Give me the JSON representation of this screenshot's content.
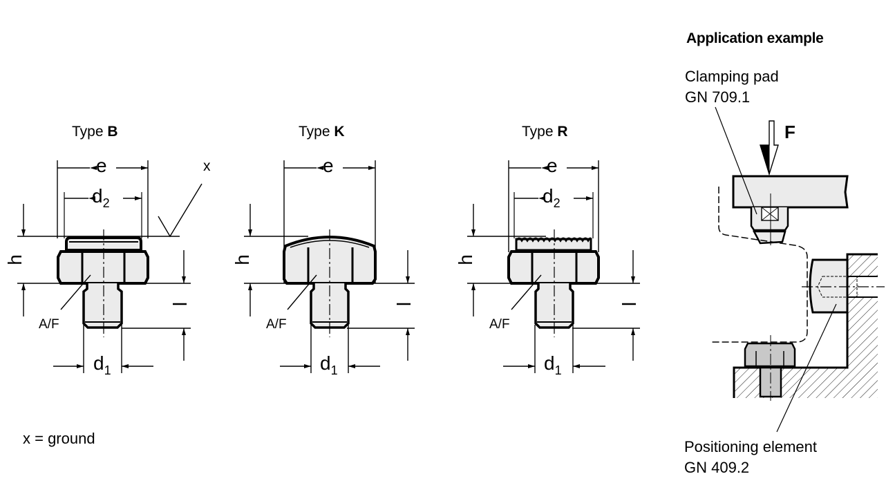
{
  "types": [
    {
      "prefix": "Type ",
      "letter": "B",
      "dim_e": "e",
      "dim_d2": "d",
      "dim_d2_sub": "2",
      "dim_h": "h",
      "dim_l": "l",
      "dim_d1": "d",
      "dim_d1_sub": "1",
      "af": "A/F"
    },
    {
      "prefix": "Type ",
      "letter": "K",
      "dim_e": "e",
      "dim_h": "h",
      "dim_l": "l",
      "dim_d1": "d",
      "dim_d1_sub": "1",
      "af": "A/F"
    },
    {
      "prefix": "Type ",
      "letter": "R",
      "dim_e": "e",
      "dim_d2": "d",
      "dim_d2_sub": "2",
      "dim_h": "h",
      "dim_l": "l",
      "dim_d1": "d",
      "dim_d1_sub": "1",
      "af": "A/F"
    }
  ],
  "surface_symbol_label": "x",
  "footnote": "x = ground",
  "application": {
    "title": "Application example",
    "clamping_pad_line1": "Clamping pad",
    "clamping_pad_line2": "GN 709.1",
    "force_label": "F",
    "positioning_line1": "Positioning element",
    "positioning_line2": "GN 409.2"
  },
  "colors": {
    "fill": "#ebebeb",
    "stroke": "#000000",
    "background": "#ffffff"
  }
}
